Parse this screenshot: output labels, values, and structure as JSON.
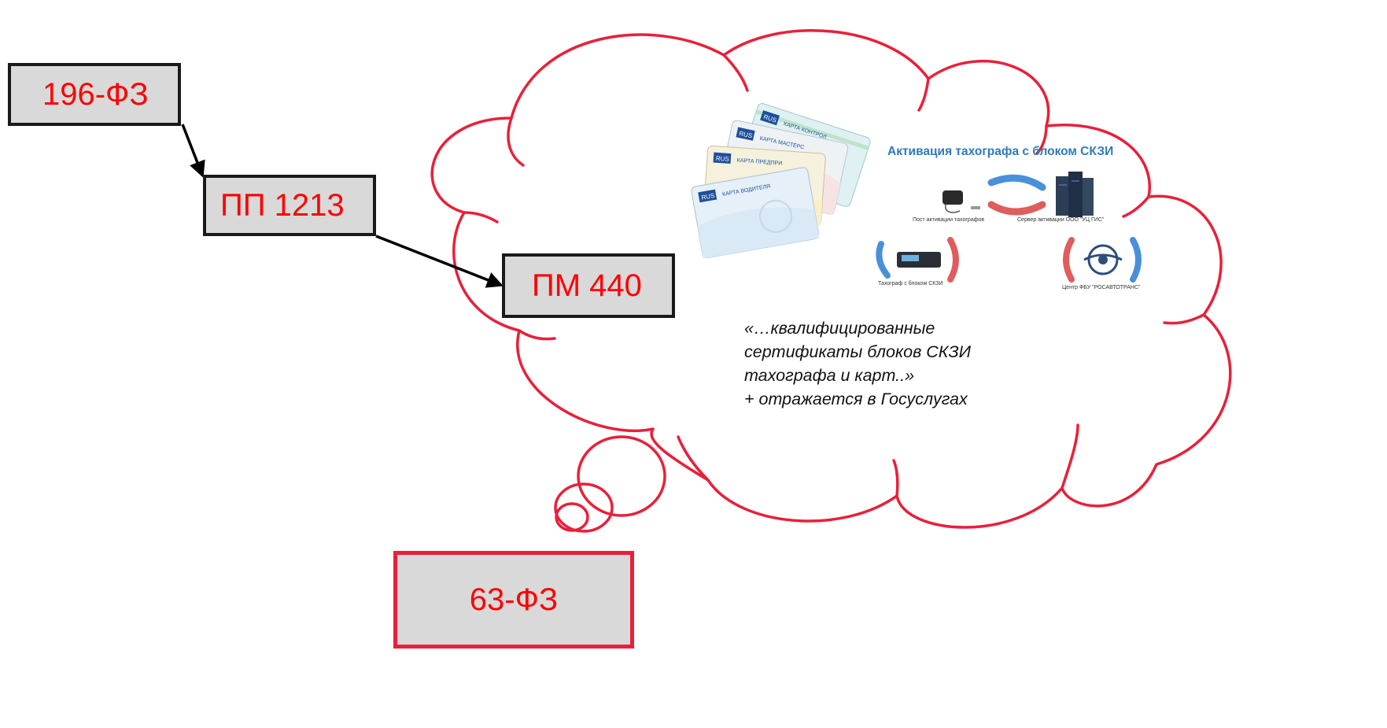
{
  "boxes": {
    "fz196": "196-ФЗ",
    "pp1213": "ПП 1213",
    "pm440": "ПМ 440",
    "fz63": "63-ФЗ"
  },
  "cards": {
    "country": "RUS",
    "labels": [
      "КАРТА КОНТРОЛ",
      "КАРТА МАСТЕРС",
      "КАРТА ПРЕДПРИ",
      "КАРТА ВОДИТЕЛЯ"
    ]
  },
  "activation": {
    "title": "Активация тахографа с блоком СКЗИ",
    "post": "Пост активации тахографов",
    "server": "Сервер активации ООО \"УЦ ГИС\"",
    "tachograph": "Тахограф с блоком СКЗИ",
    "center": "Центр ФБУ \"РОСАВТОТРАНС\""
  },
  "quote": {
    "lines": [
      "«…квалифицированные",
      "сертификаты блоков СКЗИ",
      "тахографа и карт..»",
      "+ отражается в Госуслугах"
    ]
  },
  "colors": {
    "accent_red": "#e8203a",
    "text_red": "#ff0000",
    "box_fill": "#d9d9d9",
    "arrow_blue": "#4a90d9"
  }
}
